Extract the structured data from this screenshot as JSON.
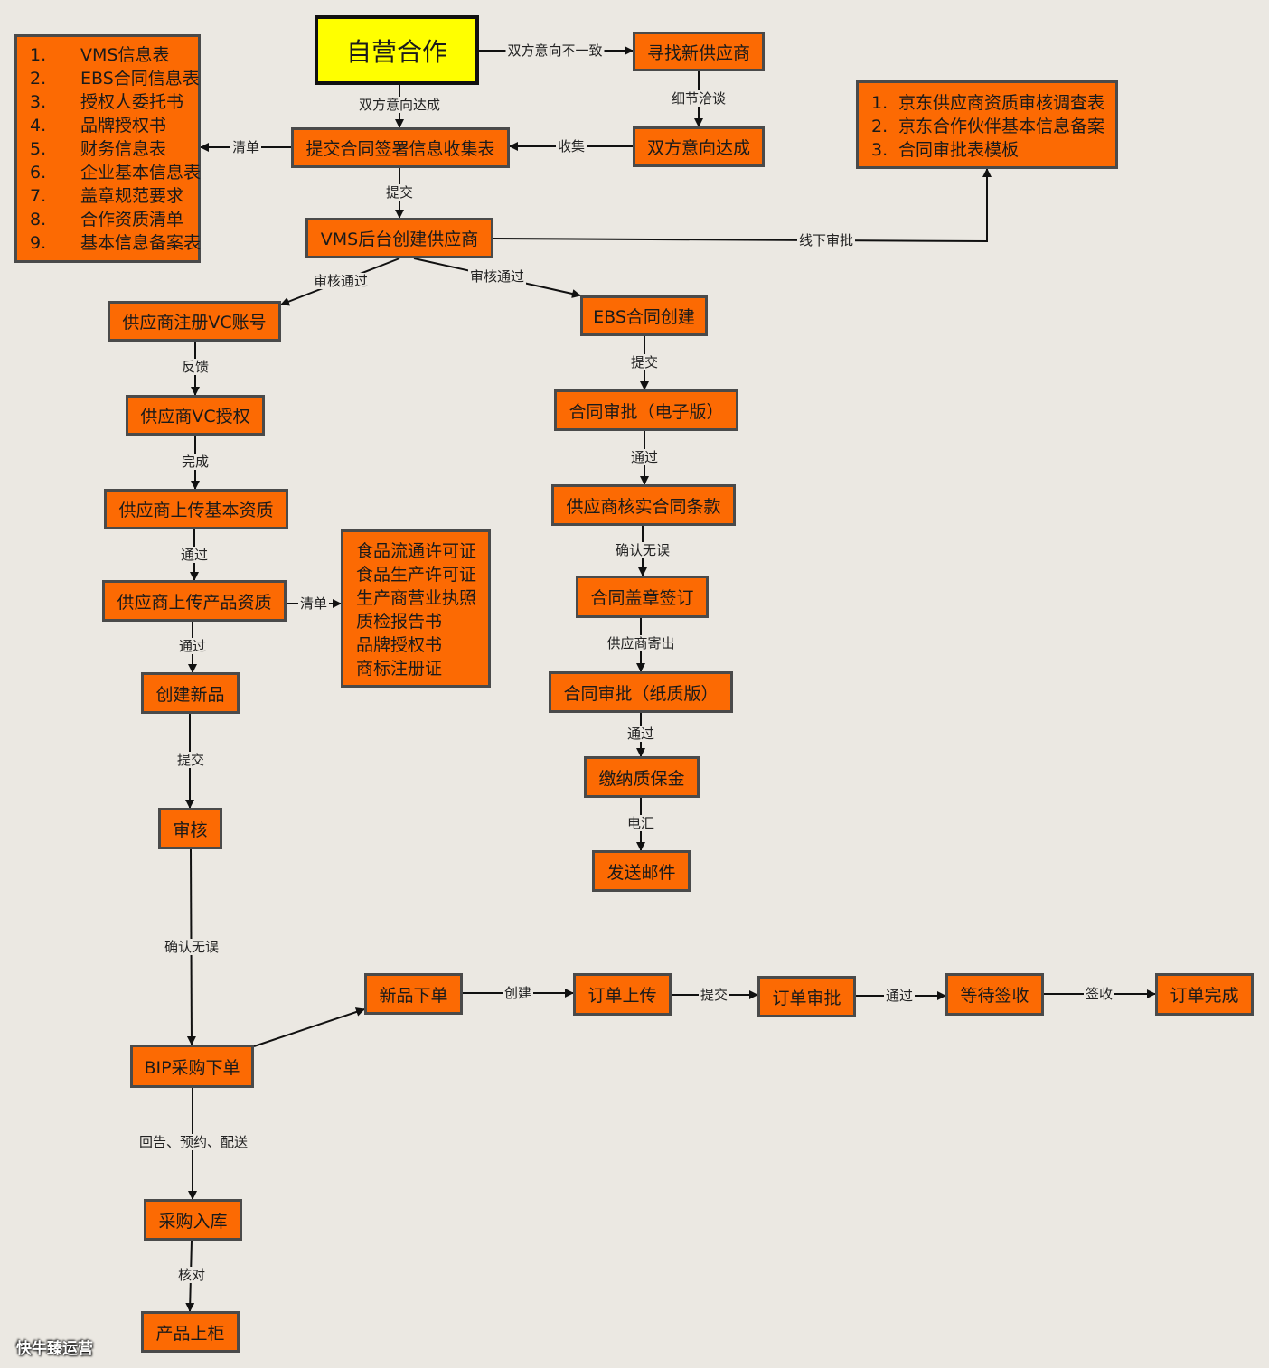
{
  "nodes": {
    "start": "自营合作",
    "find_supplier": "寻找新供应商",
    "agreement_reached": "双方意向达成",
    "submit_form": "提交合同签署信息收集表",
    "vms_create": "VMS后台创建供应商",
    "vc_register": "供应商注册VC账号",
    "vc_auth": "供应商VC授权",
    "upload_basic": "供应商上传基本资质",
    "upload_product": "供应商上传产品资质",
    "create_product": "创建新品",
    "review": "审核",
    "bip_order": "BIP采购下单",
    "purchase_in": "采购入库",
    "shelf": "产品上柜",
    "new_order": "新品下单",
    "order_upload": "订单上传",
    "order_review": "订单审批",
    "await_sign": "等待签收",
    "order_done": "订单完成",
    "ebs_create": "EBS合同创建",
    "approve_e": "合同审批（电子版）",
    "verify_terms": "供应商核实合同条款",
    "stamp_sign": "合同盖章签订",
    "approve_paper": "合同审批（纸质版）",
    "deposit": "缴纳质保金",
    "send_mail": "发送邮件"
  },
  "lists": {
    "documents": [
      {
        "num": "1.",
        "text": "VMS信息表"
      },
      {
        "num": "2.",
        "text": "EBS合同信息表"
      },
      {
        "num": "3.",
        "text": "授权人委托书"
      },
      {
        "num": "4.",
        "text": "品牌授权书"
      },
      {
        "num": "5.",
        "text": "财务信息表"
      },
      {
        "num": "6.",
        "text": "企业基本信息表"
      },
      {
        "num": "7.",
        "text": "盖章规范要求"
      },
      {
        "num": "8.",
        "text": "合作资质清单"
      },
      {
        "num": "9.",
        "text": "基本信息备案表"
      }
    ],
    "jd_forms": [
      {
        "num": "1.",
        "text": "京东供应商资质审核调查表"
      },
      {
        "num": "2.",
        "text": "京东合作伙伴基本信息备案"
      },
      {
        "num": "3.",
        "text": "合同审批表模板"
      }
    ],
    "licenses": [
      {
        "num": "",
        "text": "食品流通许可证"
      },
      {
        "num": "",
        "text": "食品生产许可证"
      },
      {
        "num": "",
        "text": "生产商营业执照"
      },
      {
        "num": "",
        "text": "质检报告书"
      },
      {
        "num": "",
        "text": "品牌授权书"
      },
      {
        "num": "",
        "text": "商标注册证"
      }
    ]
  },
  "edges": {
    "start_find": "双方意向不一致",
    "start_submit": "双方意向达成",
    "find_agree": "细节洽谈",
    "agree_submit": "收集",
    "submit_docs": "清单",
    "submit_vms": "提交",
    "vms_jd": "线下审批",
    "vms_vc": "审核通过",
    "vms_ebs": "审核通过",
    "vc_auth": "反馈",
    "auth_basic": "完成",
    "basic_product": "通过",
    "product_licenses": "清单",
    "product_create": "通过",
    "create_review": "提交",
    "review_bip": "确认无误",
    "bip_in": "回告、预约、配送",
    "in_shelf": "核对",
    "neworder_upload": "创建",
    "upload_review": "提交",
    "review_sign": "通过",
    "sign_done": "签收",
    "ebs_e": "提交",
    "e_verify": "通过",
    "verify_stamp": "确认无误",
    "stamp_paper": "供应商寄出",
    "paper_deposit": "通过",
    "deposit_mail": "电汇"
  },
  "watermark": "快牛臻运营",
  "colors": {
    "node_fill": "#fc6a03",
    "node_border": "#4a4a4a",
    "start_fill": "#ffff00",
    "background": "#ebe8e2"
  }
}
